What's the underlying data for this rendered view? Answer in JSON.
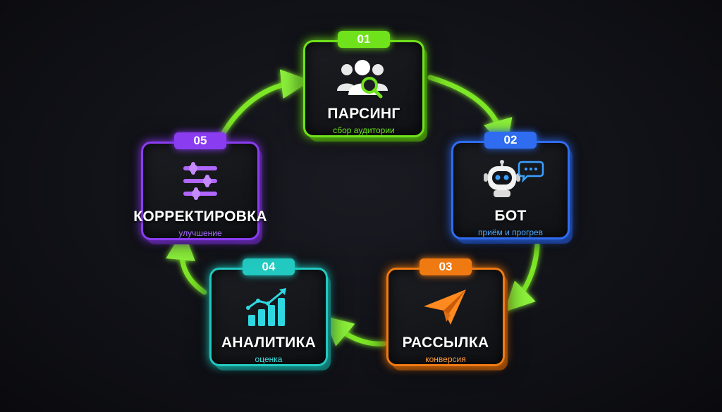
{
  "steps": [
    {
      "number": "01",
      "title": "ПАРСИНГ",
      "subtitle": "сбор аудитории",
      "icon": "users-search-icon",
      "color": "#6fe21b"
    },
    {
      "number": "02",
      "title": "БОТ",
      "subtitle": "приём и прогрев",
      "icon": "robot-chat-icon",
      "color": "#2f6cf0"
    },
    {
      "number": "03",
      "title": "РАССЫЛКА",
      "subtitle": "конверсия",
      "icon": "paper-plane-icon",
      "color": "#f07a12"
    },
    {
      "number": "04",
      "title": "АНАЛИТИКА",
      "subtitle": "оценка",
      "icon": "bar-chart-icon",
      "color": "#22c9c0"
    },
    {
      "number": "05",
      "title": "КОРРЕКТИРОВКА",
      "subtitle": "улучшение",
      "icon": "sliders-icon",
      "color": "#8a3cf0"
    }
  ],
  "arrow_color": "#6fe21b"
}
